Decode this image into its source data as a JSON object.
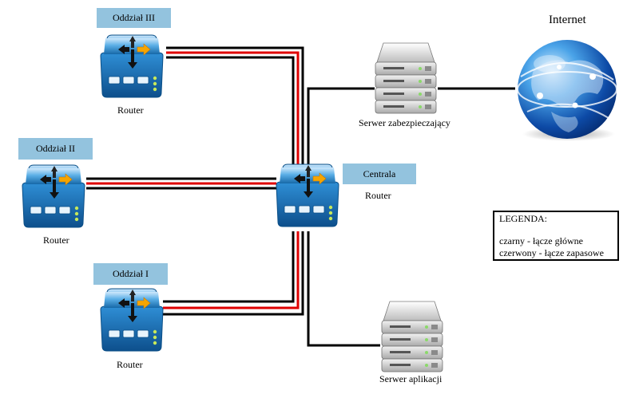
{
  "tags": {
    "branch3": "Oddział III",
    "branch2": "Oddział II",
    "branch1": "Oddział I",
    "central": "Centrala"
  },
  "labels": {
    "router_branch3": "Router",
    "router_branch2": "Router",
    "router_branch1": "Router",
    "router_central": "Router",
    "security_server": "Serwer zabezpieczający",
    "app_server": "Serwer aplikacji",
    "internet": "Internet"
  },
  "legend": {
    "title": "LEGENDA:",
    "black": "czarny - łącze główne",
    "red": "czerwony - łącze zapasowe"
  },
  "colors": {
    "main_link": "#000000",
    "backup_link": "#e00000",
    "tag_background": "#93c3de",
    "router_body": "#1a7fc4"
  },
  "icons": [
    "router-icon",
    "server-icon",
    "globe-icon"
  ]
}
